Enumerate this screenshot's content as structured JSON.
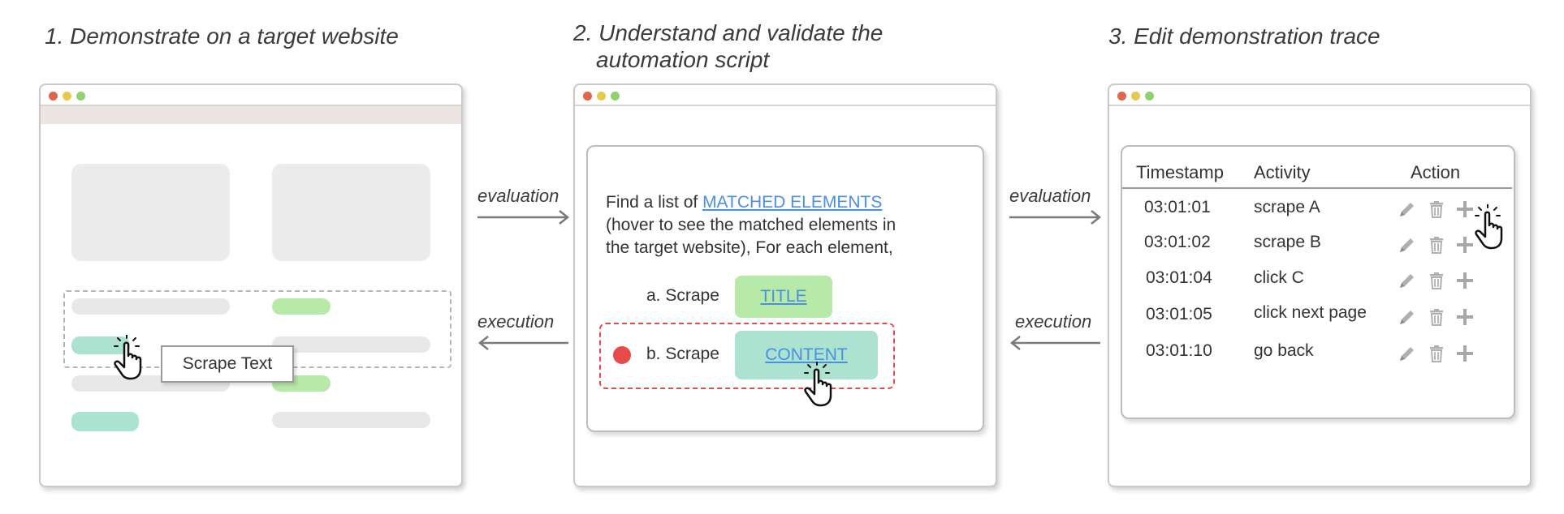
{
  "titles": {
    "step1": "1. Demonstrate on a target website",
    "step2_line1": "2. Understand and validate the",
    "step2_line2": "automation script",
    "step3": "3. Edit demonstration trace"
  },
  "arrows": {
    "left_top": "evaluation",
    "left_bottom": "execution",
    "right_top": "evaluation",
    "right_bottom": "execution"
  },
  "step1": {
    "tooltip": "Scrape Text"
  },
  "step2": {
    "line1_prefix": "Find a list of ",
    "line1_link": "MATCHED ELEMENTS",
    "line2": "(hover to see the matched elements in",
    "line3": "the target website), For each element,",
    "step_a_label": "a. Scrape",
    "step_a_tag": "TITLE",
    "step_b_label": "b. Scrape",
    "step_b_tag": "CONTENT"
  },
  "step3": {
    "headers": [
      "Timestamp",
      "Activity",
      "Action"
    ],
    "rows": [
      {
        "timestamp": "03:01:01",
        "activity": "scrape A"
      },
      {
        "timestamp": "03:01:02",
        "activity": "scrape B"
      },
      {
        "timestamp": "03:01:04",
        "activity": "click C"
      },
      {
        "timestamp": "03:01:05",
        "activity": "click next page"
      },
      {
        "timestamp": "03:01:10",
        "activity": "go back"
      }
    ]
  },
  "colors": {
    "link_blue": "#4a90e2",
    "tag_green": "#b7e9a8",
    "tag_teal": "#abe3d0",
    "highlight_red": "#e84a4a",
    "dot_red": "#e0664a",
    "dot_yellow": "#e9c94b",
    "dot_green": "#8fd26e"
  }
}
